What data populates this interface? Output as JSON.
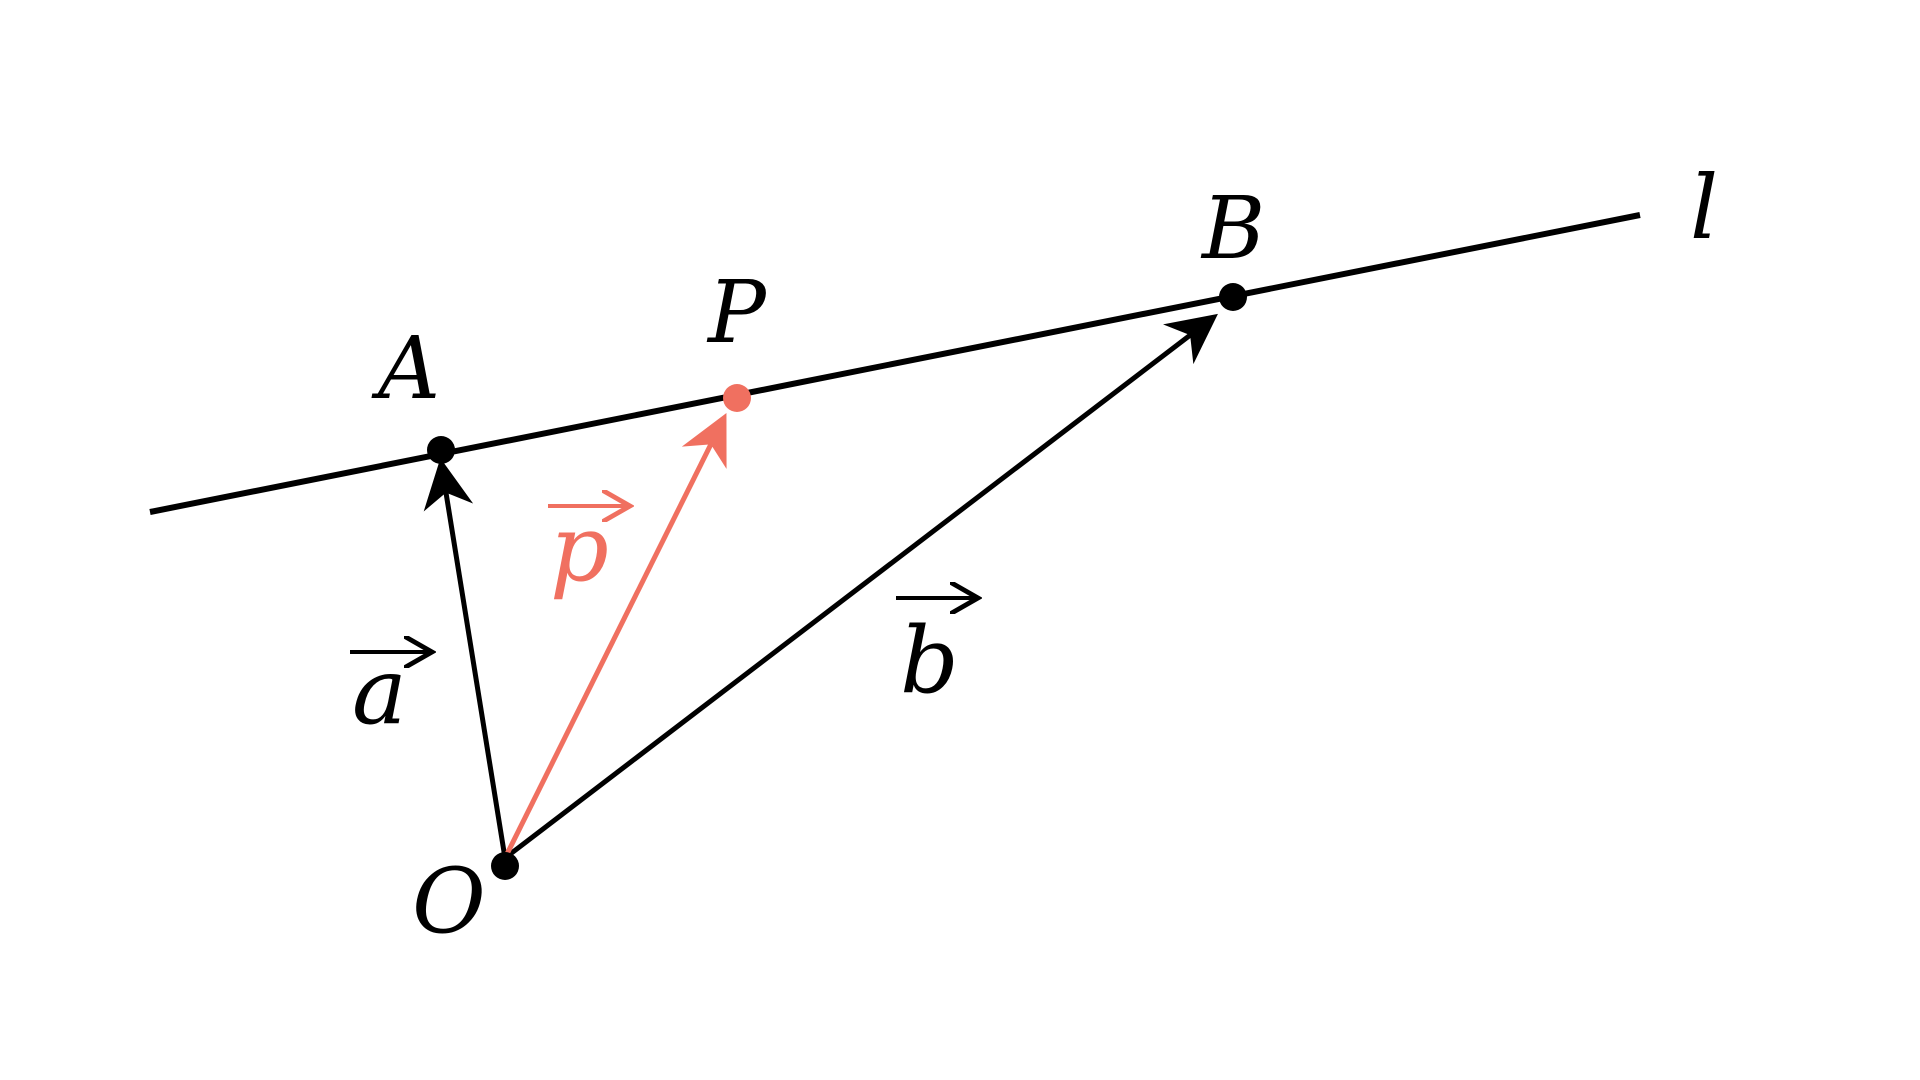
{
  "labels": {
    "line": "l",
    "point_a": "A",
    "point_b": "B",
    "point_p": "P",
    "origin": "O",
    "vector_a": "a",
    "vector_b": "b",
    "vector_p": "p"
  },
  "colors": {
    "ink": "#000000",
    "highlight": "#f07060",
    "background": "#ffffff"
  }
}
